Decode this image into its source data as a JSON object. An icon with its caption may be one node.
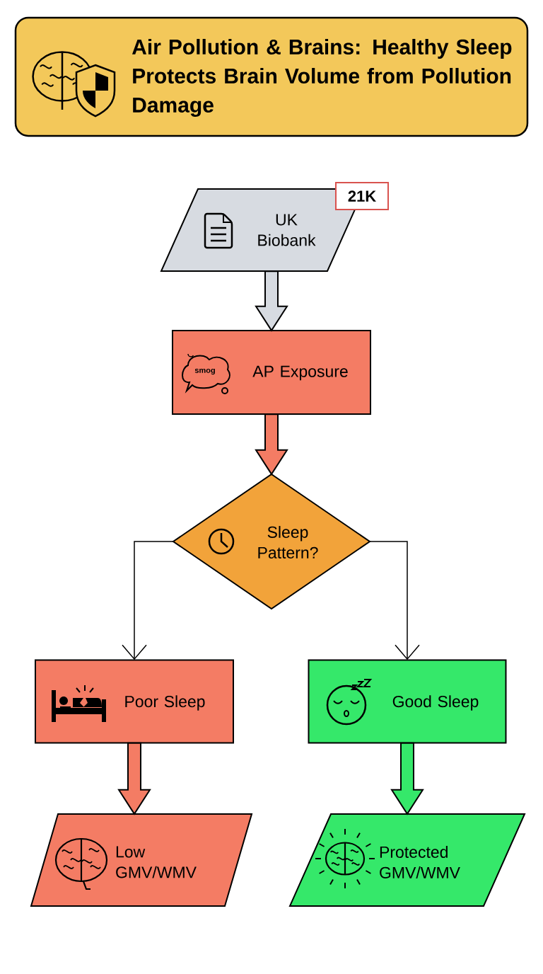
{
  "diagram": {
    "title": "Air Pollution & Brains: Healthy Sleep Protects Brain Volume from Pollution Damage",
    "nodes": [
      {
        "text": [
          "UK Biobank"
        ],
        "beside": [
          "21K"
        ]
      },
      {
        "text": [
          "AP Exposure"
        ]
      },
      {
        "text": [
          "Sleep Pattern?"
        ]
      },
      {
        "text": [
          "Poor Sleep"
        ]
      },
      {
        "text": [
          "Good Sleep"
        ]
      },
      {
        "text": [
          "Low GMV/WMV"
        ]
      },
      {
        "text": [
          "Protected GMV/WMV"
        ]
      }
    ],
    "edges": [
      {
        "from": 0,
        "to": 1,
        "arrow": "to",
        "style": "thick",
        "color": "#d7dbe1"
      },
      {
        "from": 1,
        "to": 2,
        "arrow": "to",
        "style": "thick",
        "color": "#f47c64"
      },
      {
        "from": 2,
        "to": 3,
        "arrow": "to"
      },
      {
        "from": 2,
        "to": 4,
        "arrow": "to"
      },
      {
        "from": 3,
        "to": 5,
        "arrow": "to",
        "style": "thick",
        "color": "#f47c64"
      },
      {
        "from": 4,
        "to": 6,
        "arrow": "to",
        "style": "thick",
        "color": "#35e86a"
      }
    ],
    "labels": [
      "smog"
    ]
  }
}
